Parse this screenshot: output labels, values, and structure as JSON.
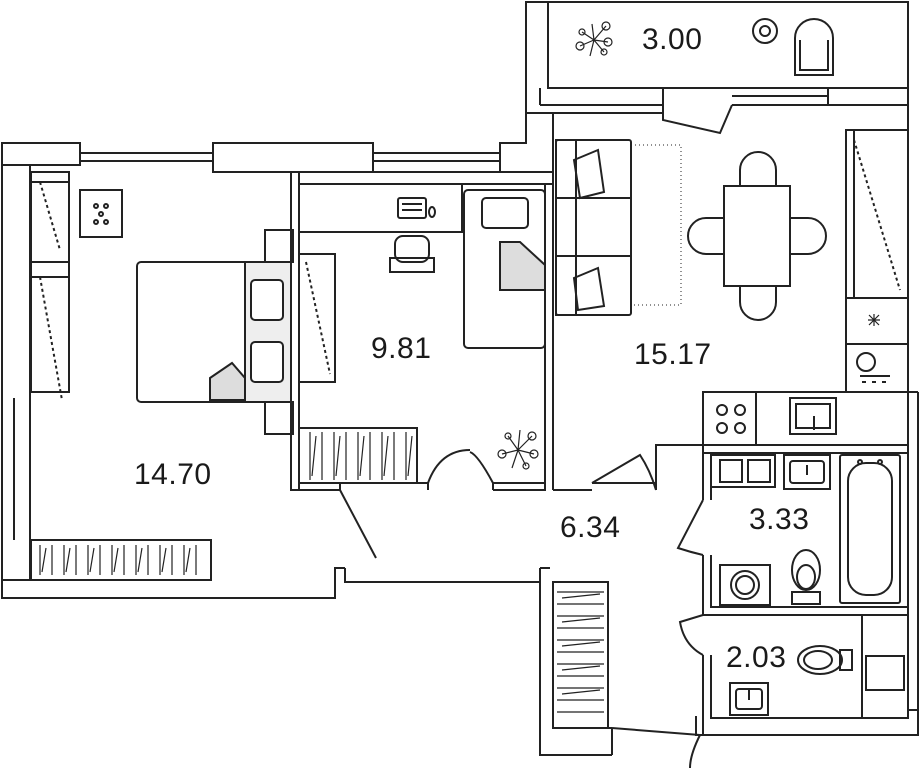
{
  "floor_plan": {
    "rooms": [
      {
        "id": "balcony",
        "area": "3.00"
      },
      {
        "id": "bedroom",
        "area": "14.70"
      },
      {
        "id": "kids-room",
        "area": "9.81"
      },
      {
        "id": "kitchen-living",
        "area": "15.17"
      },
      {
        "id": "hallway",
        "area": "6.34"
      },
      {
        "id": "bathroom",
        "area": "3.33"
      },
      {
        "id": "toilet",
        "area": "2.03"
      }
    ]
  }
}
